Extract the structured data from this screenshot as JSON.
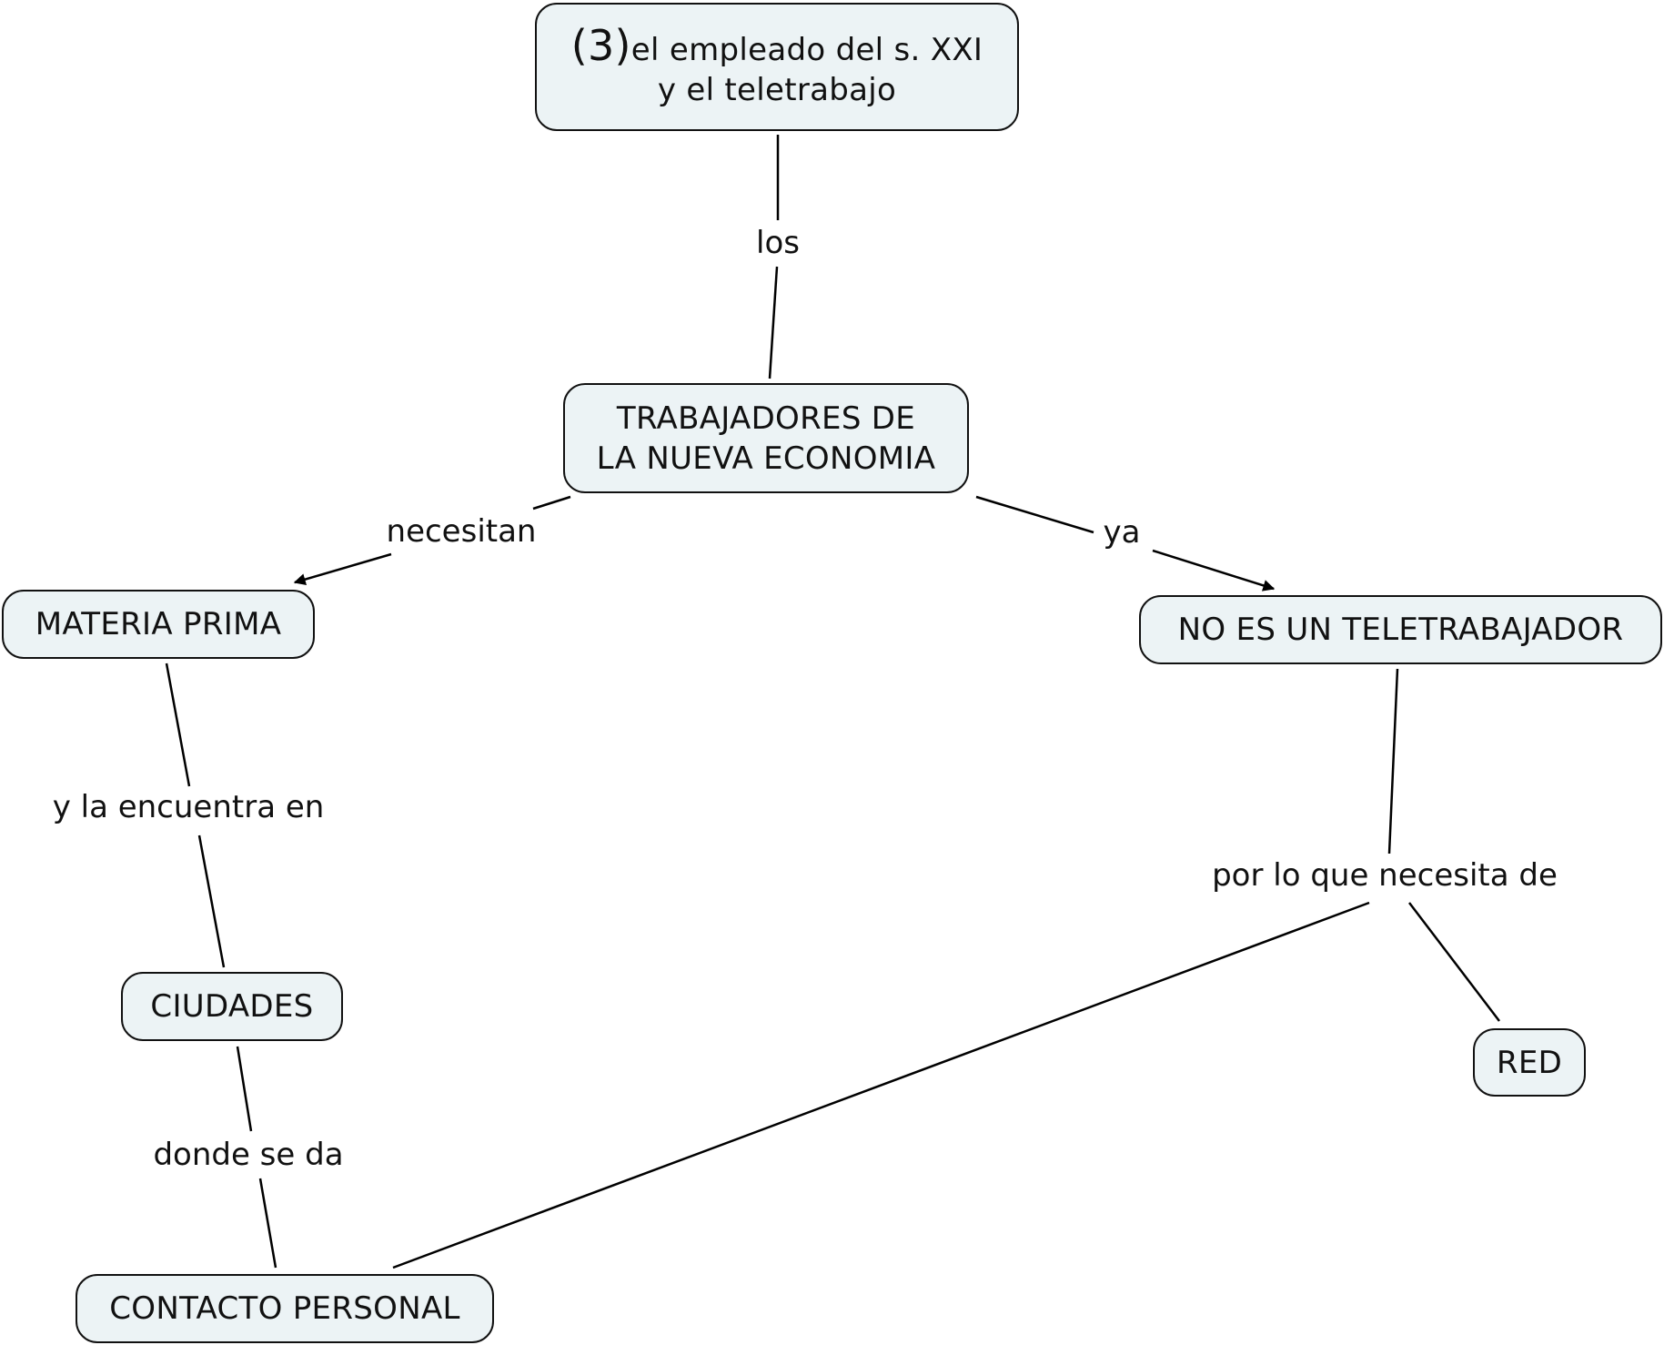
{
  "nodes": {
    "title": {
      "prefix": "(3)",
      "line1": "el empleado del s. XXI",
      "line2": "y el teletrabajo"
    },
    "trabajadores": {
      "line1": "TRABAJADORES DE",
      "line2": "LA NUEVA ECONOMIA"
    },
    "materia_prima": {
      "text": "MATERIA PRIMA"
    },
    "teletrabajador": {
      "text": "NO ES UN TELETRABAJADOR"
    },
    "ciudades": {
      "text": "CIUDADES"
    },
    "red": {
      "text": "RED"
    },
    "contacto": {
      "text": "CONTACTO PERSONAL"
    }
  },
  "links": {
    "los": "los",
    "necesitan": "necesitan",
    "ya": "ya",
    "y_la_encuentra_en": "y la encuentra en",
    "por_lo_que_necesita_de": "por lo que necesita de",
    "donde_se_da": "donde se da"
  },
  "colors": {
    "node_fill": "#ecf3f5",
    "stroke": "#000000",
    "background": "#ffffff"
  }
}
